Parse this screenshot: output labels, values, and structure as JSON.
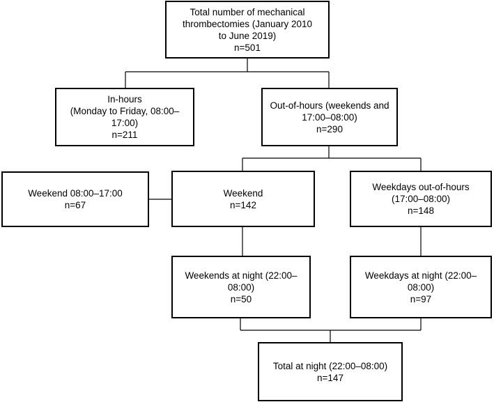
{
  "flowchart": {
    "total": {
      "lines": [
        "Total number of mechanical",
        "thrombectomies (January 2010",
        "to June 2019)"
      ],
      "n": "n=501"
    },
    "in_hours": {
      "lines": [
        "In-hours",
        "(Monday to Friday, 08:00–",
        "17:00)"
      ],
      "n": "n=211"
    },
    "out_of_hours": {
      "lines": [
        "Out-of-hours (weekends and",
        "17:00–08:00)"
      ],
      "n": "n=290"
    },
    "weekend_day": {
      "lines": [
        "Weekend 08:00–17:00"
      ],
      "n": "n=67"
    },
    "weekend": {
      "lines": [
        "Weekend"
      ],
      "n": "n=142"
    },
    "weekdays_ooh": {
      "lines": [
        "Weekdays out-of-hours",
        "(17:00–08:00)"
      ],
      "n": "n=148"
    },
    "weekends_night": {
      "lines": [
        "Weekends at night (22:00–",
        "08:00)"
      ],
      "n": "n=50"
    },
    "weekdays_night": {
      "lines": [
        "Weekdays at night (22:00–",
        "08:00)"
      ],
      "n": "n=97"
    },
    "total_night": {
      "lines": [
        "Total at night (22:00–08:00)"
      ],
      "n": "n=147"
    }
  }
}
